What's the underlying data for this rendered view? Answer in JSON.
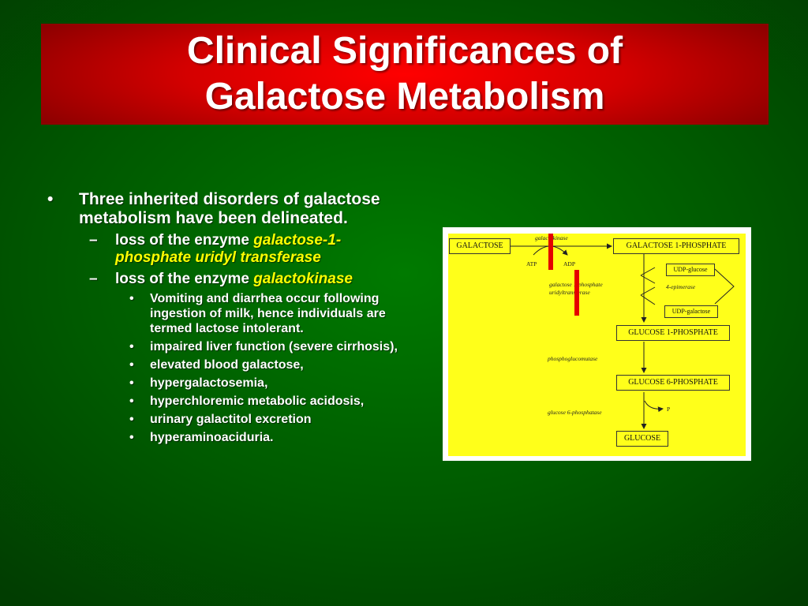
{
  "title": {
    "line1": "Clinical Significances of",
    "line2": "Galactose Metabolism"
  },
  "bullets": {
    "main": {
      "marker": "•",
      "text": "Three inherited disorders of galactose metabolism have been delineated."
    },
    "sub": [
      {
        "marker": "–",
        "text": "loss of the enzyme ",
        "enzyme": "galactose-1-phosphate uridyl transferase"
      },
      {
        "marker": "–",
        "text": "loss of the enzyme ",
        "enzyme": "galactokinase"
      }
    ],
    "subsub": [
      {
        "marker": "•",
        "text": "Vomiting and diarrhea occur following ingestion of milk, hence individuals are termed lactose intolerant."
      },
      {
        "marker": "•",
        "text": "impaired liver function (severe cirrhosis),"
      },
      {
        "marker": "•",
        "text": "elevated blood galactose,"
      },
      {
        "marker": "•",
        "text": "hypergalactosemia,"
      },
      {
        "marker": "•",
        "text": "hyperchloremic metabolic acidosis,"
      },
      {
        "marker": "•",
        "text": "urinary galactitol excretion"
      },
      {
        "marker": "•",
        "text": "hyperaminoaciduria."
      }
    ]
  },
  "diagram": {
    "galactose": "GALACTOSE",
    "galactose_1_phosphate": "GALACTOSE 1-PHOSPHATE",
    "galactokinase_label": "galactokinase",
    "atp": "ATP",
    "adp": "ADP",
    "transferase_line1": "galactose 1-phosphate",
    "transferase_line2": "uridyltransferase",
    "udp_glucose": "UDP-glucose",
    "epimerase": "4-epimerase",
    "udp_galactose": "UDP-galactose",
    "glucose_1_phosphate": "GLUCOSE 1-PHOSPHATE",
    "phosphoglucomutase": "phosphoglucomutase",
    "glucose_6_phosphate": "GLUCOSE 6-PHOSPHATE",
    "glucose_6_phosphatase": "glucose 6-phosphatase",
    "phosphate": "P",
    "glucose": "GLUCOSE"
  },
  "colors": {
    "background": "#006b00",
    "title_band": "#e00000",
    "text": "#ffffff",
    "enzyme_highlight": "#ffff00",
    "diagram_background": "#ffff1a",
    "block_marker": "#e40000"
  }
}
